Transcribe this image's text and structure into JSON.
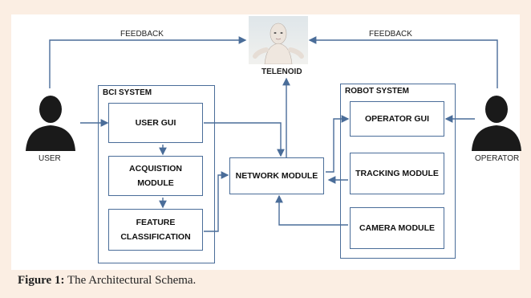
{
  "diagram": {
    "feedback_left": "FEEDBACK",
    "feedback_right": "FEEDBACK",
    "telenoid": "TELENOID",
    "user": "USER",
    "operator": "OPERATOR",
    "bci_system": {
      "title": "BCI SYSTEM",
      "user_gui": "USER GUI",
      "acquisition": "ACQUISTION\nMODULE",
      "feature": "FEATURE\nCLASSIFICATION"
    },
    "network_module": "NETWORK MODULE",
    "robot_system": {
      "title": "ROBOT SYSTEM",
      "operator_gui": "OPERATOR GUI",
      "tracking": "TRACKING MODULE",
      "camera": "CAMERA MODULE"
    }
  },
  "caption": {
    "label": "Figure 1:",
    "text": " The Architectural Schema."
  },
  "colors": {
    "line": "#4a6d99",
    "background": "#fbeee3",
    "person": "#1a1a1a"
  }
}
